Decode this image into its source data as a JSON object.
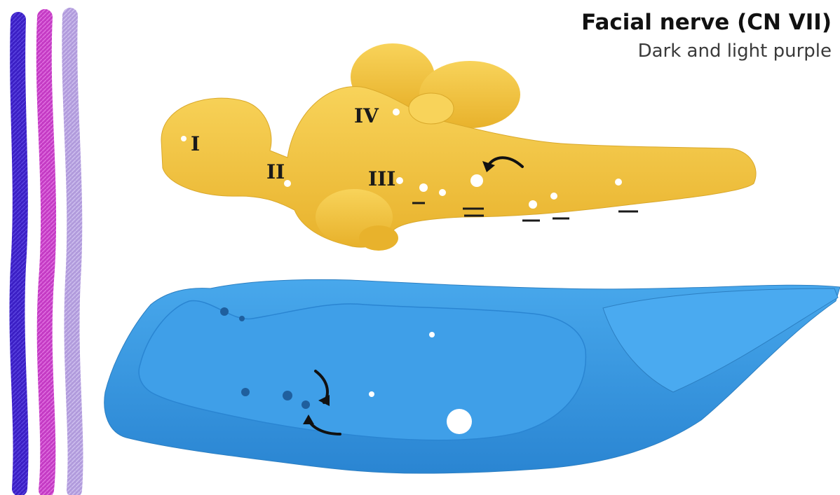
{
  "figure": {
    "title": "Facial nerve (CN VII)",
    "subtitle": "Dark and light purple"
  },
  "brain_model": {
    "labels": [
      "I",
      "II",
      "III",
      "IV"
    ]
  },
  "pipe_cleaners": [
    {
      "icon": "dark-purple-pipe-cleaner",
      "color": "#3b1fc4"
    },
    {
      "icon": "magenta-pipe-cleaner",
      "color": "#c43bc4"
    },
    {
      "icon": "light-purple-pipe-cleaner",
      "color": "#a890d8"
    }
  ],
  "colors": {
    "brain": "#f3c43a",
    "brain_shadow": "#d9a82a",
    "skull": "#3a9be3",
    "skull_shadow": "#2c7fc2",
    "arrow": "#111111"
  },
  "icons": [
    "curved-arrow-icon"
  ]
}
